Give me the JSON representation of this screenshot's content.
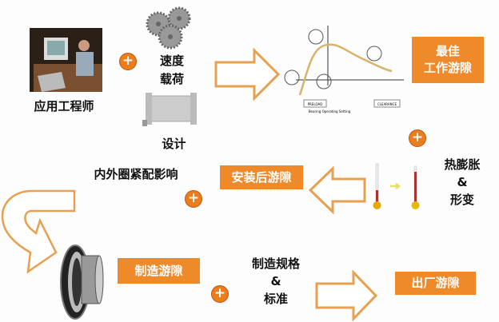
{
  "colors": {
    "accent": "#ef8a2a",
    "arrow_outline": "#e8a050",
    "curve": "#d9b36a"
  },
  "labels": {
    "engineer": "应用工程师",
    "speed": "速度",
    "load": "载荷",
    "design": "设计",
    "optimal_line1": "最佳",
    "optimal_line2": "工作游隙",
    "thermal_line1": "热膨胀",
    "thermal_amp": "&",
    "thermal_line2": "形变",
    "mounted": "安装后游隙",
    "fit": "内外圈紧配影响",
    "manufacturing": "制造游隙",
    "spec_line1": "制造规格",
    "spec_amp": "&",
    "spec_line2": "标准",
    "factory": "出厂游隙"
  },
  "chart": {
    "left_box": "PRELOAD",
    "right_box": "CLEARANCE",
    "xlabel": "Bearing Operating Setting"
  },
  "icons": [
    "engineer-photo",
    "gears-icon",
    "shaft-icon",
    "plus-icon",
    "thermometer-icon",
    "bearing-icon",
    "hollow-arrow-icon"
  ]
}
